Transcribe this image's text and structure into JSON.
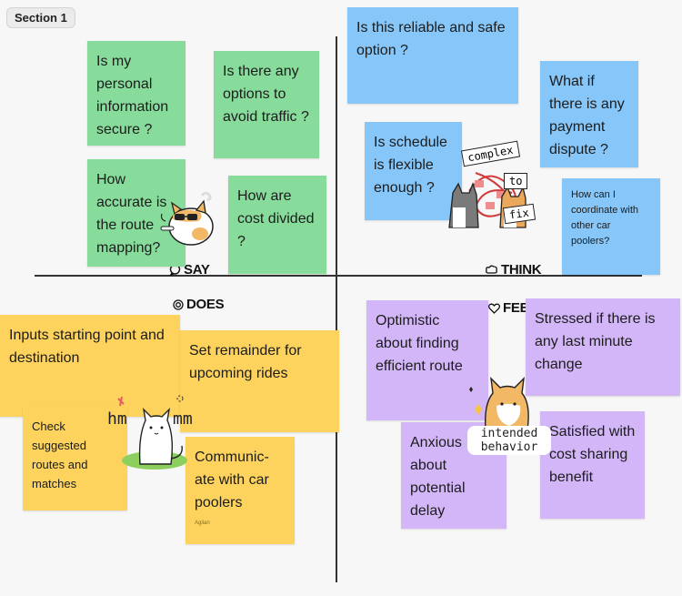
{
  "section_label": "Section 1",
  "quadrants": {
    "say": "SAY",
    "think": "THINK",
    "does": "DOES",
    "feel": "FEEL"
  },
  "notes": {
    "say": [
      "Is my personal information secure ?",
      "Is there any options to avoid traffic ?",
      "How accurate is the route mapping?",
      "How are cost divided ?"
    ],
    "think": [
      "Is this reliable and safe option ?",
      "What if there is any payment dispute ?",
      "Is schedule is flexible enough ?",
      "How can I coordinate with other car poolers?"
    ],
    "does": [
      "Inputs starting point and destination",
      "Set remainder for upcoming rides",
      "Check suggested routes and matches",
      "Communic-ate with car poolers"
    ],
    "feel": [
      "Optimistic about finding efficient route",
      "Stressed if there is any last minute change",
      "Anxious about potential delay",
      "Satisfied with cost sharing benefit"
    ]
  },
  "note_author": "Agilan",
  "stickers": {
    "think_words": [
      "complex",
      "to",
      "fix"
    ],
    "does_words": [
      "hm",
      "mm"
    ],
    "feel_words": [
      "intended",
      "behavior"
    ]
  },
  "colors": {
    "say": "#87dc9b",
    "think": "#86c6f8",
    "does": "#fdd35e",
    "feel": "#d2b6f8"
  }
}
